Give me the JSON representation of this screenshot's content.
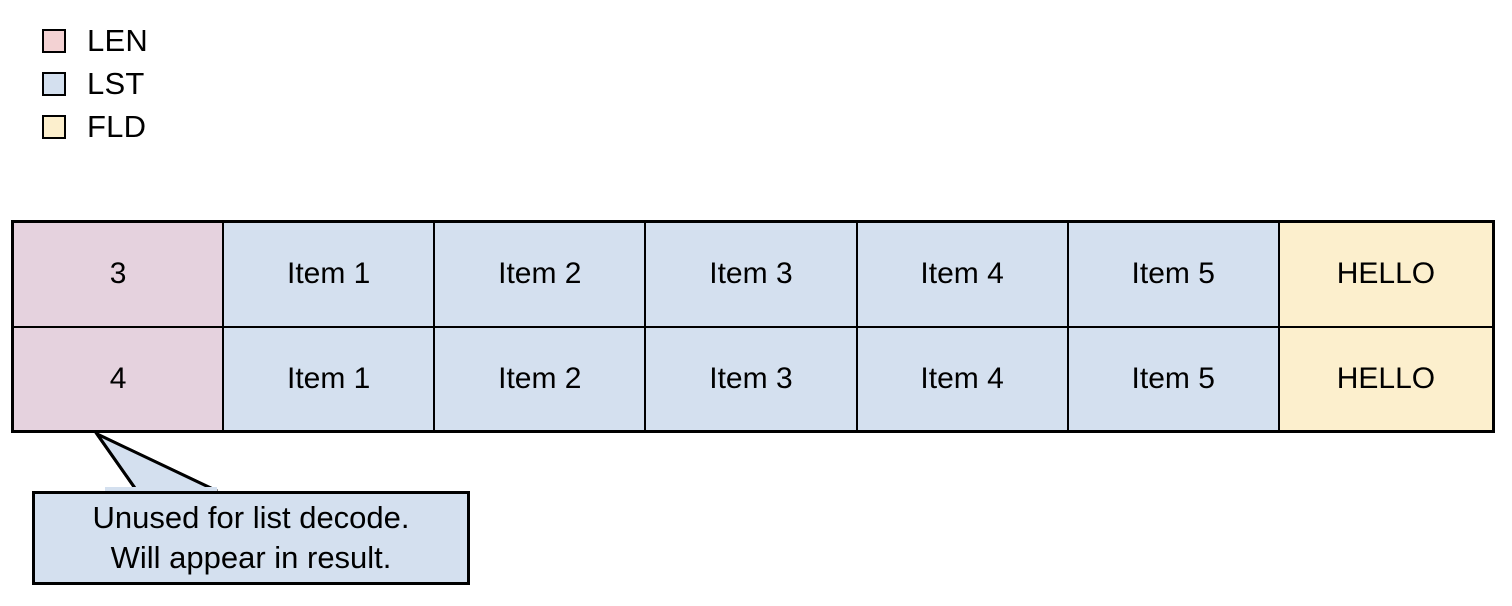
{
  "colors": {
    "len_fill": "#e5d2de",
    "lst_fill": "#d4e0ef",
    "fld_fill": "#fcefcd",
    "legend_len_fill": "#f3d2d3",
    "legend_lst_fill": "#d4e0ef",
    "legend_fld_fill": "#fcefcd",
    "stroke": "#000000",
    "background": "#ffffff"
  },
  "legend": {
    "items": [
      {
        "label": "LEN",
        "swatch": "legend-swatch-len",
        "color": "#f3d2d3"
      },
      {
        "label": "LST",
        "swatch": "legend-swatch-lst",
        "color": "#d4e0ef"
      },
      {
        "label": "FLD",
        "swatch": "legend-swatch-fld",
        "color": "#fcefcd"
      }
    ]
  },
  "table": {
    "rows": [
      {
        "len": "3",
        "list": [
          "Item 1",
          "Item 2",
          "Item 3",
          "Item 4",
          "Item 5"
        ],
        "fld": "HELLO"
      },
      {
        "len": "4",
        "list": [
          "Item 1",
          "Item 2",
          "Item 3",
          "Item 4",
          "Item 5"
        ],
        "fld": "HELLO"
      }
    ]
  },
  "callout": {
    "line1": "Unused for list decode.",
    "line2": "Will appear in result.",
    "target": "len-cell-row-2"
  }
}
